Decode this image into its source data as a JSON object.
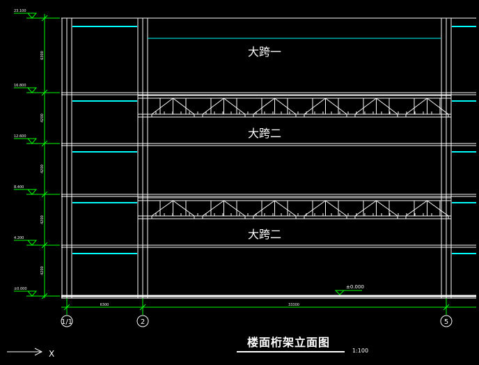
{
  "drawing": {
    "title": "楼面桁架立面图",
    "scale": "1:100",
    "colors": {
      "background": "#000000",
      "dimension": "#00ff00",
      "structure": "#ffffff",
      "glazing": "#00ffff",
      "truss": "#ffffff"
    },
    "elevations": [
      {
        "label": "23.100",
        "value": 23.1
      },
      {
        "label": "16.800",
        "value": 16.8
      },
      {
        "label": "12.600",
        "value": 12.6
      },
      {
        "label": "8.400",
        "value": 8.4
      },
      {
        "label": "4.200",
        "value": 4.2
      },
      {
        "label": "±0.000",
        "value": 0.0
      }
    ],
    "storey_heights": [
      "6300",
      "4200",
      "4200",
      "4200",
      "4200"
    ],
    "grid_spans": [
      "6300",
      "33300"
    ],
    "axes": [
      "1/1",
      "2",
      "5"
    ],
    "zero_mark": "±0.000",
    "span_labels": [
      "大跨一",
      "大跨二",
      "大跨二"
    ],
    "ucs_label": "X"
  }
}
